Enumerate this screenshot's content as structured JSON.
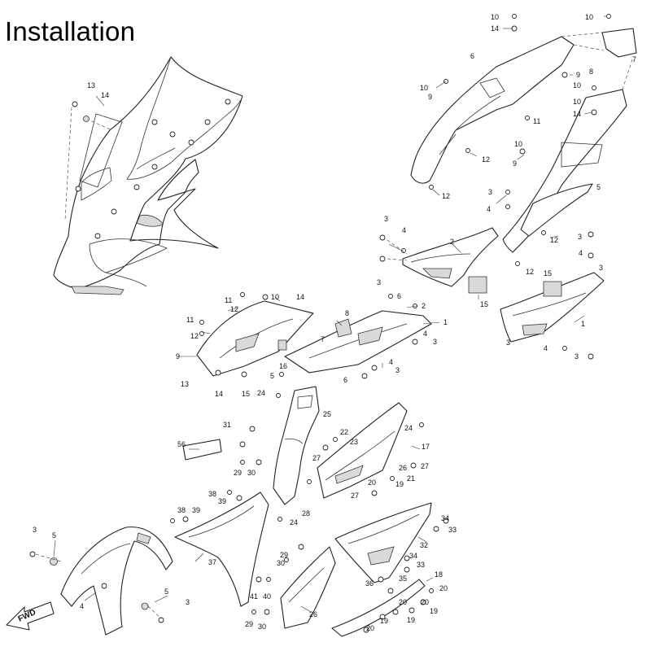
{
  "title": "Installation",
  "fwd_label": "FWD",
  "callouts": {
    "c1": "13",
    "c2": "14",
    "c3": "10",
    "c4": "14",
    "c5": "10",
    "c6": "6",
    "c7": "7",
    "c8": "10",
    "c9": "9",
    "c10": "11",
    "c11": "8",
    "c12": "9",
    "c13": "10",
    "c14": "10",
    "c15": "14",
    "c16": "12",
    "c17": "9",
    "c18": "10",
    "c19": "12",
    "c20": "5",
    "c21": "3",
    "c22": "4",
    "c23": "3",
    "c24": "12",
    "c25": "4",
    "c26": "3",
    "c27": "2",
    "c28": "3",
    "c29": "4",
    "c30": "3",
    "c31": "15",
    "c32": "15",
    "c33": "12",
    "c34": "1",
    "c35": "4",
    "c36": "3",
    "c37": "3",
    "c38": "11",
    "c39": "10",
    "c40": "14",
    "c41": "12",
    "c42": "11",
    "c43": "12",
    "c44": "9",
    "c45": "13",
    "c46": "14",
    "c47": "15",
    "c48": "16",
    "c49": "5",
    "c50": "8",
    "c51": "7",
    "c52": "6",
    "c53": "2",
    "c54": "1",
    "c55": "4",
    "c56": "3",
    "c57": "4",
    "c58": "6",
    "c59": "3",
    "c60": "24",
    "c61": "31",
    "c62": "56",
    "c63": "25",
    "c64": "22",
    "c65": "23",
    "c66": "24",
    "c67": "27",
    "c68": "17",
    "c69": "29",
    "c70": "30",
    "c71": "26",
    "c72": "27",
    "c73": "20",
    "c74": "19",
    "c75": "21",
    "c76": "27",
    "c77": "28",
    "c78": "38",
    "c79": "39",
    "c80": "38",
    "c81": "39",
    "c82": "24",
    "c83": "34",
    "c84": "33",
    "c85": "32",
    "c86": "29",
    "c87": "30",
    "c88": "34",
    "c89": "33",
    "c90": "36",
    "c91": "35",
    "c92": "18",
    "c93": "20",
    "c94": "37",
    "c95": "41",
    "c96": "40",
    "c97": "29",
    "c98": "30",
    "c99": "26",
    "c100": "19",
    "c101": "20",
    "c102": "19",
    "c103": "20",
    "c104": "19",
    "c105": "20",
    "c106": "3",
    "c107": "5",
    "c108": "4",
    "c109": "5",
    "c110": "3"
  }
}
